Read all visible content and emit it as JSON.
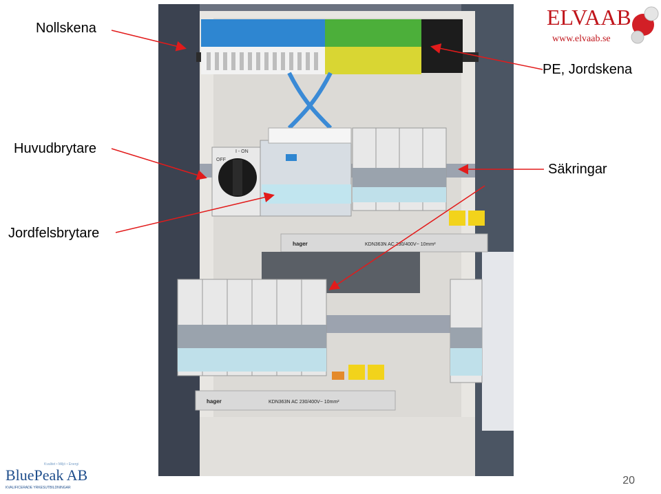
{
  "slide": {
    "labels": {
      "nollskena": "Nollskena",
      "pe_jordskena": "PE, Jordskena",
      "huvudbrytare": "Huvudbrytare",
      "sakringar": "Säkringar",
      "jordfelsbrytare": "Jordfelsbrytare"
    },
    "page_number": "20"
  },
  "logos": {
    "elva": {
      "name": "ELVAAB",
      "url": "www.elvaab.se"
    },
    "bluepeak": {
      "name": "BluePeak AB",
      "tagline": "KVALIFICERADE YRKESUTBILDNINGAR",
      "arc_text": "Kvalitet • Miljö • Energi"
    }
  },
  "photo": {
    "breaker_brand": "hager",
    "terminal_block_text": "KDN363N AC 230/400V~ 10mm²",
    "main_switch_text": "I - ON",
    "off_text": "OFF"
  },
  "colors": {
    "arrow": "#e21b1b",
    "elva_red": "#c0151b",
    "bluepeak_blue": "#1f4e8c"
  }
}
